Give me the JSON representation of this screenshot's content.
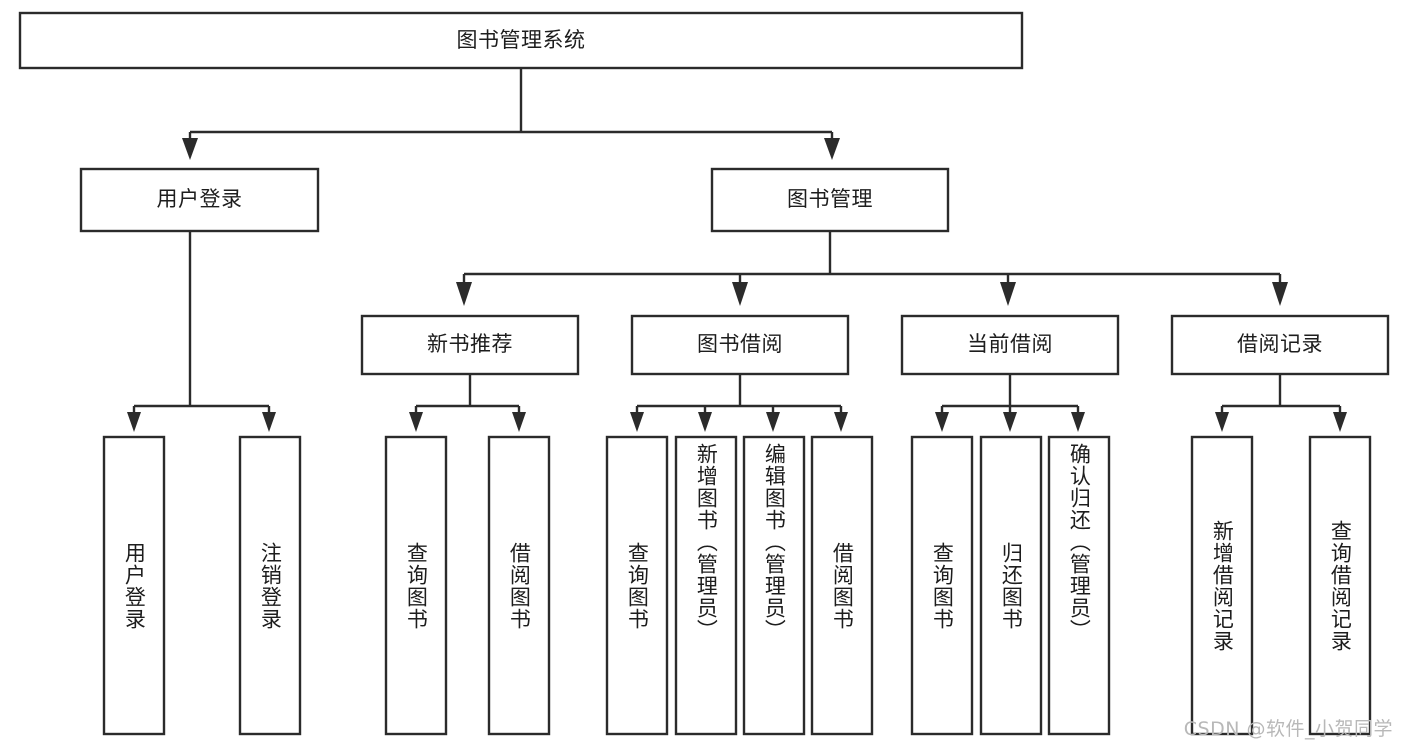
{
  "diagram": {
    "type": "tree-hierarchy-chart",
    "title_node": {
      "label": "图书管理系统"
    },
    "level2": [
      {
        "id": "user-login",
        "label": "用户登录"
      },
      {
        "id": "book-management",
        "label": "图书管理"
      }
    ],
    "level3": [
      {
        "id": "new-book-recommend",
        "label": "新书推荐"
      },
      {
        "id": "book-borrow",
        "label": "图书借阅"
      },
      {
        "id": "current-borrow",
        "label": "当前借阅"
      },
      {
        "id": "borrow-record",
        "label": "借阅记录"
      }
    ],
    "leaves": {
      "user_login": [
        {
          "id": "leaf-user-login",
          "label": "用户登录"
        },
        {
          "id": "leaf-logout-login",
          "label": "注销登录"
        }
      ],
      "new_book_recommend": [
        {
          "id": "leaf-query-book-1",
          "label": "查询图书"
        },
        {
          "id": "leaf-borrow-book-1",
          "label": "借阅图书"
        }
      ],
      "book_borrow": [
        {
          "id": "leaf-query-book-2",
          "label": "查询图书"
        },
        {
          "id": "leaf-add-book",
          "label": "新增图书（管理员）"
        },
        {
          "id": "leaf-edit-book",
          "label": "编辑图书（管理员）"
        },
        {
          "id": "leaf-borrow-book-2",
          "label": "借阅图书"
        }
      ],
      "current_borrow": [
        {
          "id": "leaf-query-book-3",
          "label": "查询图书"
        },
        {
          "id": "leaf-return-book",
          "label": "归还图书"
        },
        {
          "id": "leaf-confirm-return",
          "label": "确认归还（管理员）"
        }
      ],
      "borrow_record": [
        {
          "id": "leaf-add-record",
          "label": "新增借阅记录"
        },
        {
          "id": "leaf-query-record",
          "label": "查询借阅记录"
        }
      ]
    },
    "watermark": "CSDN @软件_小贺同学",
    "colors": {
      "background": "#ffffff",
      "box_fill": "#ffffff",
      "box_stroke": "#2b2b2b",
      "text": "#1d1d1d",
      "watermark": "#b8b8b8"
    }
  }
}
